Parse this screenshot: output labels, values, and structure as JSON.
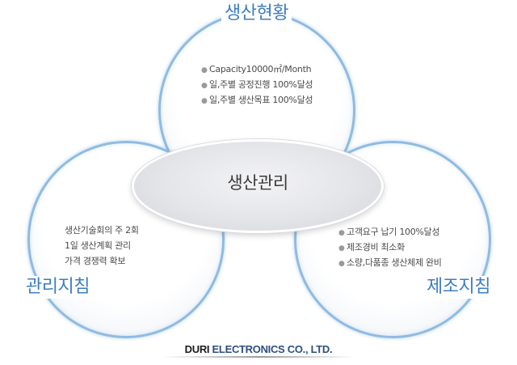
{
  "center": {
    "label": "생산관리"
  },
  "top": {
    "title": "생산현황",
    "items": [
      "Capacity10000㎡/Month",
      "일,주별 공정진행 100%달성",
      "일,주별 생산목표 100%달성"
    ]
  },
  "left": {
    "title": "관리지침",
    "items": [
      "생산기술회의 주 2회",
      "1일 생산계획 관리",
      "가격 경쟁력 확보"
    ]
  },
  "right": {
    "title": "제조지침",
    "items": [
      "고객요구 납기 100%달성",
      "제조경비 최소화",
      "소량,다품종 생산체제 완비"
    ]
  },
  "footer": {
    "brand": "DURI",
    "rest": " ELECTRONICS CO., LTD."
  },
  "colors": {
    "accent": "#3d7ec2",
    "ring": "#8fbbe2"
  }
}
